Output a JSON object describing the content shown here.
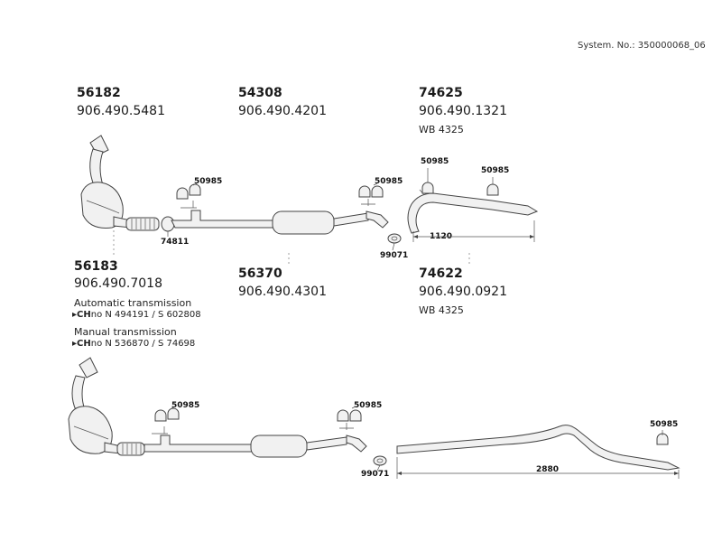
{
  "system_no": "System. No.: 350000068_06",
  "parts": [
    {
      "id": "p1",
      "number": "56182",
      "oe": "906.490.5481"
    },
    {
      "id": "p2",
      "number": "54308",
      "oe": "906.490.4201"
    },
    {
      "id": "p3",
      "number": "74625",
      "oe": "906.490.1321",
      "sub": "WB 4325"
    },
    {
      "id": "p4",
      "number": "56183",
      "oe": "906.490.7018"
    },
    {
      "id": "p5",
      "number": "56370",
      "oe": "906.490.4301"
    },
    {
      "id": "p6",
      "number": "74622",
      "oe": "906.490.0921",
      "sub": "WB 4325"
    }
  ],
  "transmissions": [
    {
      "label": "Automatic transmission",
      "chassis_prefix": "CH",
      "chassis_text": "no N 494191 / S 602808"
    },
    {
      "label": "Manual transmission",
      "chassis_prefix": "CH",
      "chassis_text": "no N 536870 / S 74698"
    }
  ],
  "callouts": {
    "hanger": "50985",
    "clamp": "74811",
    "gasket": "99071",
    "dim_short": "1120",
    "dim_long": "2880"
  }
}
